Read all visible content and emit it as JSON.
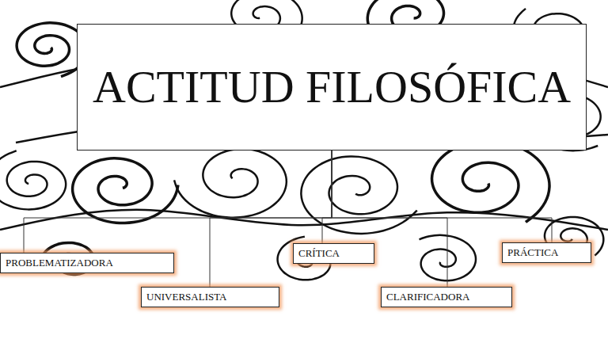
{
  "diagram": {
    "nodes": [
      {
        "text": [
          "ACTITUD FILOSÓFICA"
        ]
      },
      {
        "text": [
          "PROBLEMATIZADORA"
        ]
      },
      {
        "text": [
          "UNIVERSALISTA"
        ]
      },
      {
        "text": [
          "CRÍTICA"
        ]
      },
      {
        "text": [
          "CLARIFICADORA"
        ]
      },
      {
        "text": [
          "PRÁCTICA"
        ]
      }
    ],
    "edges": [
      {
        "from": 0,
        "to": 1,
        "arrow": "none"
      },
      {
        "from": 0,
        "to": 2,
        "arrow": "none"
      },
      {
        "from": 0,
        "to": 3,
        "arrow": "none"
      },
      {
        "from": 0,
        "to": 4,
        "arrow": "none"
      },
      {
        "from": 0,
        "to": 5,
        "arrow": "none"
      }
    ]
  }
}
